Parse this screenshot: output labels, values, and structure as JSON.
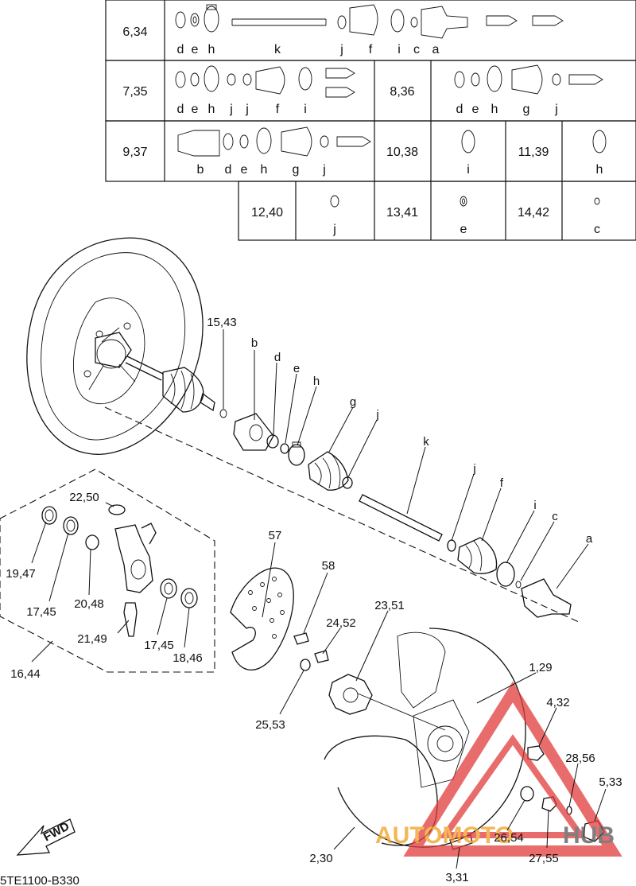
{
  "diagram_code": "5TE1100-B330",
  "fwd_label": "FWD",
  "watermark": {
    "part1": "AUTOMOTO",
    "part2": "HUB",
    "color1": "#f0a020",
    "color2": "#555555",
    "triangle_color": "#e23b3b"
  },
  "kits": [
    {
      "id": "6,34",
      "parts": [
        "d",
        "e",
        "h",
        "k",
        "j",
        "f",
        "i",
        "c",
        "a"
      ]
    },
    {
      "id": "7,35",
      "parts": [
        "d",
        "e",
        "h",
        "j",
        "j",
        "f",
        "i"
      ]
    },
    {
      "id": "8,36",
      "parts": [
        "d",
        "e",
        "h",
        "g",
        "j"
      ]
    },
    {
      "id": "9,37",
      "parts": [
        "b",
        "d",
        "e",
        "h",
        "g",
        "j"
      ]
    },
    {
      "id": "10,38",
      "parts": [
        "i"
      ]
    },
    {
      "id": "11,39",
      "parts": [
        "h"
      ]
    },
    {
      "id": "12,40",
      "parts": [
        "j"
      ]
    },
    {
      "id": "13,41",
      "parts": [
        "e"
      ]
    },
    {
      "id": "14,42",
      "parts": [
        "c"
      ]
    }
  ],
  "callouts": {
    "c15_43": "15,43",
    "b": "b",
    "d": "d",
    "e": "e",
    "h": "h",
    "g": "g",
    "j": "j",
    "k": "k",
    "j2": "j",
    "f": "f",
    "i": "i",
    "c": "c",
    "a": "a",
    "c22_50": "22,50",
    "c57": "57",
    "c58": "58",
    "c19_47": "19,47",
    "c17_45a": "17,45",
    "c20_48": "20,48",
    "c21_49": "21,49",
    "c17_45b": "17,45",
    "c18_46": "18,46",
    "c16_44": "16,44",
    "c23_51": "23,51",
    "c24_52": "24,52",
    "c25_53": "25,53",
    "c1_29": "1,29",
    "c4_32": "4,32",
    "c28_56": "28,56",
    "c5_33": "5,33",
    "c2_30": "2,30",
    "c26_54": "26,54",
    "c27_55": "27,55",
    "c3_31": "3,31"
  }
}
